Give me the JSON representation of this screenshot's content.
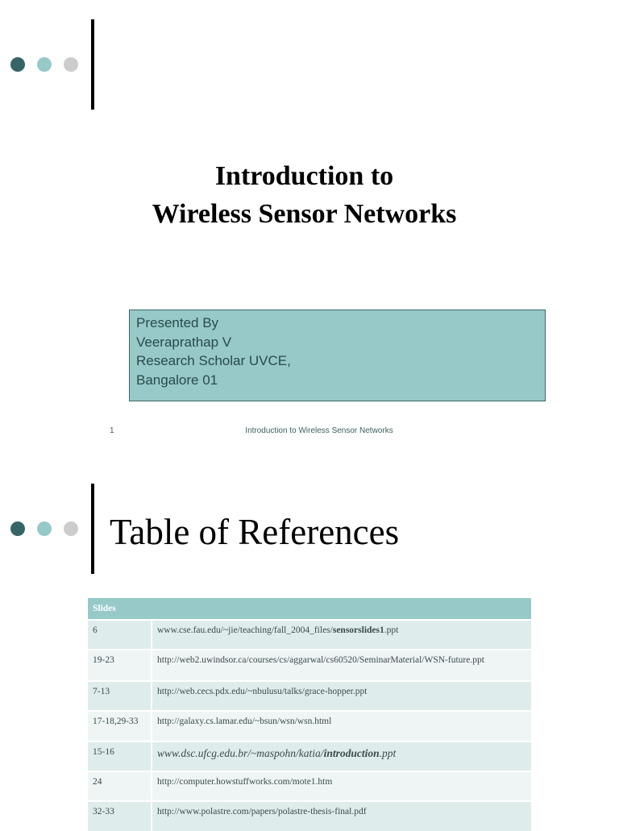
{
  "colors": {
    "dot_dark": "#376466",
    "dot_teal": "#97c9c9",
    "dot_gray": "#cccccc",
    "box_fill": "#97c9c9",
    "table_header": "#97c9c9"
  },
  "slide1": {
    "title_line1": "Introduction to",
    "title_line2": "Wireless Sensor Networks",
    "presenter": {
      "line1": "Presented By",
      "line2": "Veeraprathap V",
      "line3": "Research Scholar UVCE,",
      "line4": "Bangalore 01"
    },
    "footer": {
      "page_number": "1",
      "title": "Introduction to Wireless Sensor Networks"
    }
  },
  "slide2": {
    "title": "Table of References",
    "table": {
      "headers": [
        "Slides",
        ""
      ],
      "rows": [
        {
          "slides": "6",
          "url_pre": "www.cse.fau.edu/~jie/teaching/fall_2004_files/",
          "url_bold": "sensorslides1",
          "url_post": ".ppt"
        },
        {
          "slides": "19-23",
          "url": "http://web2.uwindsor.ca/courses/cs/aggarwal/cs60520/SeminarMaterial/WSN-future.ppt"
        },
        {
          "slides": "7-13",
          "url": "http://web.cecs.pdx.edu/~nbulusu/talks/grace-hopper.ppt"
        },
        {
          "slides": "17-18,29-33",
          "url": "http://galaxy.cs.lamar.edu/~bsun/wsn/wsn.html"
        },
        {
          "slides": "15-16",
          "url_pre": "www.dsc.ufcg.edu.br/~maspohn/katia/",
          "url_bold": "introduction",
          "url_post": ".ppt"
        },
        {
          "slides": "24",
          "url": "http://computer.howstuffworks.com/mote1.htm"
        },
        {
          "slides": "32-33",
          "url": "http://www.polastre.com/papers/polastre-thesis-final.pdf"
        }
      ]
    }
  }
}
